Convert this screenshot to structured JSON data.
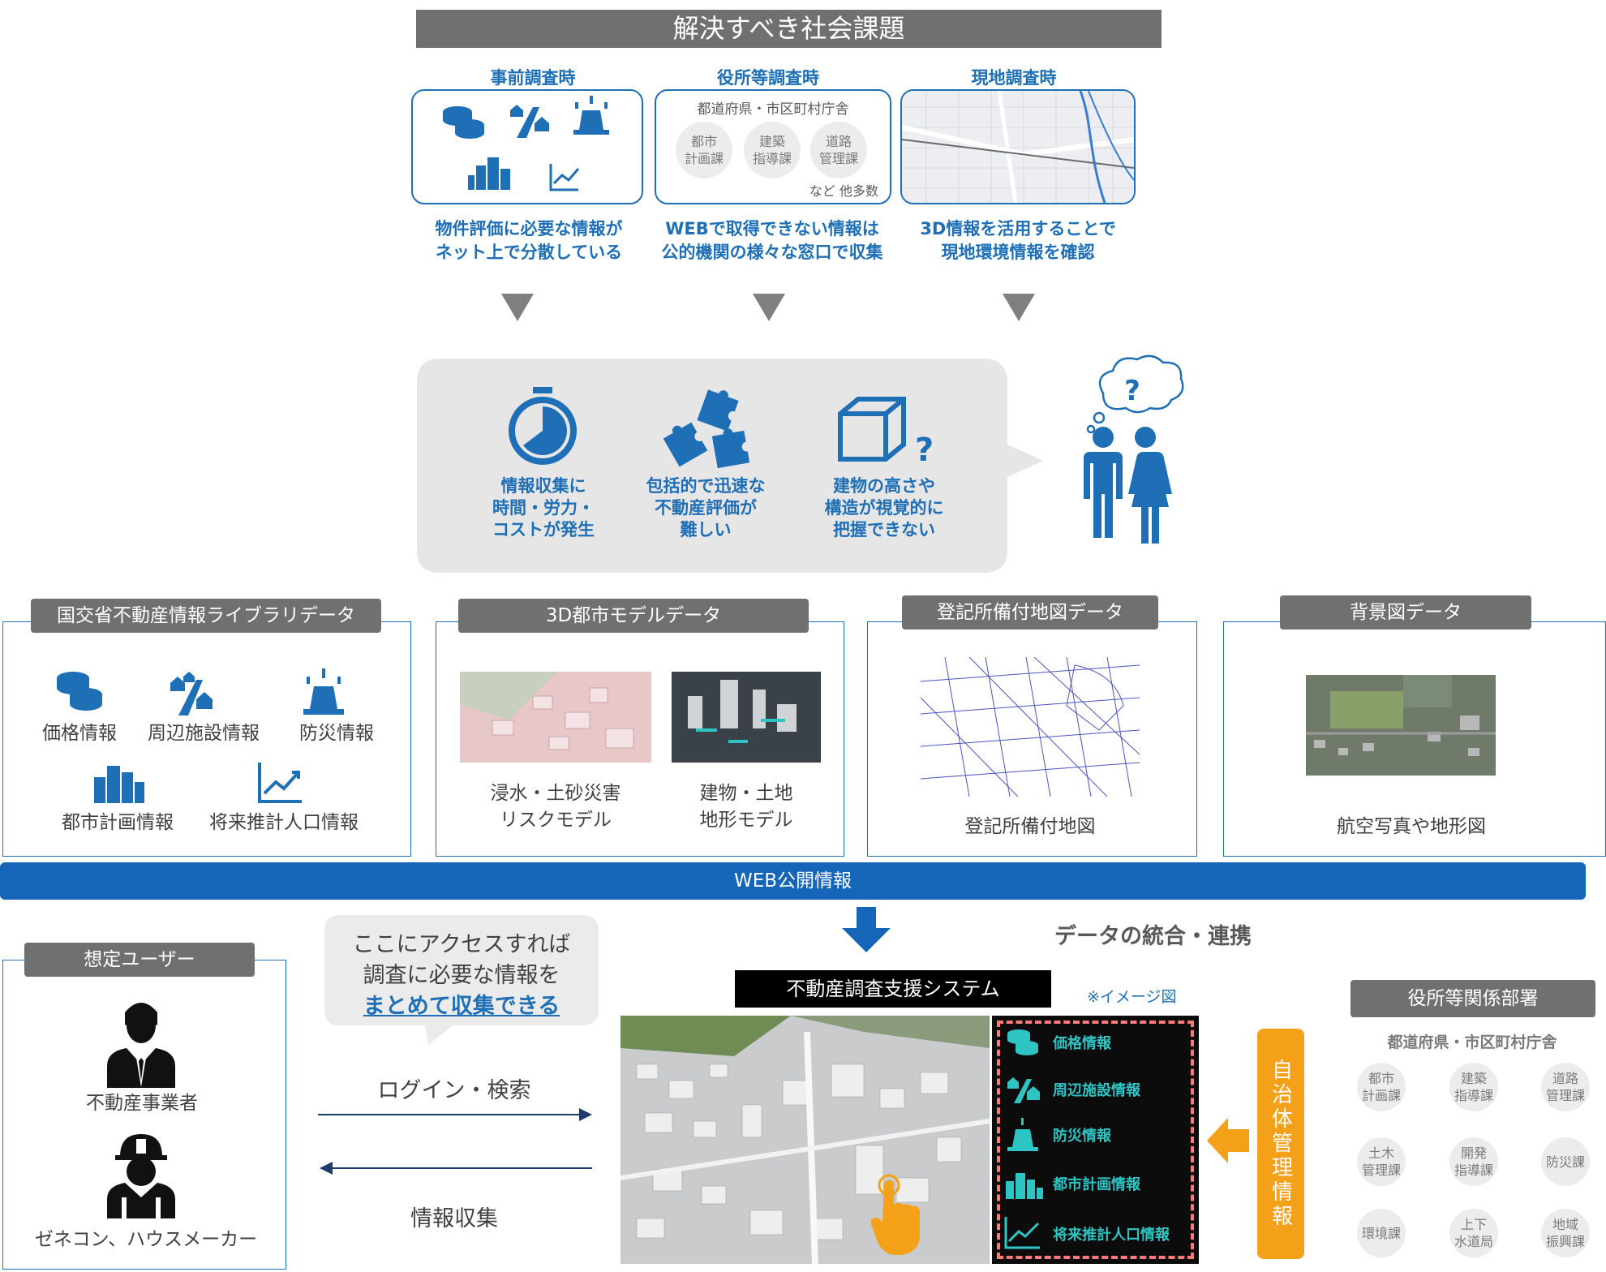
{
  "header_title": "解決すべき社会課題",
  "cards": [
    {
      "title": "事前調査時",
      "caption": "物件評価に必要な情報が\nネット上で分散している"
    },
    {
      "title": "役所等調査時",
      "office": "都道府県・市区町村庁舎",
      "depts": [
        "都市\n計画課",
        "建築\n指導課",
        "道路\n管理課"
      ],
      "more": "など 他多数",
      "caption": "WEBで取得できない情報は\n公的機関の様々な窓口で収集"
    },
    {
      "title": "現地調査時",
      "caption": "3D情報を活用することで\n現地環境情報を確認"
    }
  ],
  "problems": [
    "情報収集に\n時間・労力・\nコストが発生",
    "包括的で迅速な\n不動産評価が\n難しい",
    "建物の高さや\n構造が視覚的に\n把握できない"
  ],
  "panels": {
    "mlit": {
      "title": "国交省不動産情報ライブラリデータ",
      "items": [
        "価格情報",
        "周辺施設情報",
        "防災情報",
        "都市計画情報",
        "将来推計人口情報"
      ]
    },
    "plateau": {
      "title": "3D都市モデルデータ",
      "items": [
        "浸水・土砂災害\nリスクモデル",
        "建物・土地\n地形モデル"
      ]
    },
    "registry": {
      "title": "登記所備付地図データ",
      "label": "登記所備付地図"
    },
    "background": {
      "title": "背景図データ",
      "label": "航空写真や地形図"
    }
  },
  "web_bar": "WEB公開情報",
  "integration": "データの統合・連携",
  "users": {
    "title": "想定ユーザー",
    "list": [
      "不動産事業者",
      "ゼネコン、ハウスメーカー"
    ]
  },
  "bubble": {
    "line1": "ここにアクセスすれば",
    "line2": "調査に必要な情報を",
    "line3": "まとめて収集できる"
  },
  "arrow_login": "ログイン・検索",
  "arrow_collect": "情報収集",
  "system": {
    "title": "不動産調査支援システム",
    "note": "※イメージ図",
    "menu": [
      "価格情報",
      "周辺施設情報",
      "防災情報",
      "都市計画情報",
      "将来推計人口情報"
    ]
  },
  "gov_label": "自治体管理情報",
  "depts": {
    "title": "役所等関係部署",
    "office": "都道府県・市区町村庁舎",
    "items": [
      "都市\n計画課",
      "建築\n指導課",
      "道路\n管理課",
      "土木\n管理課",
      "開発\n指導課",
      "防災課",
      "環境課",
      "上下\n水道局",
      "地域\n振興課"
    ]
  },
  "colors": {
    "blue": "#1e6fb5",
    "gray": "#707070",
    "orange": "#f5a019",
    "teal": "#2ec4c4",
    "dark": "#111111"
  }
}
